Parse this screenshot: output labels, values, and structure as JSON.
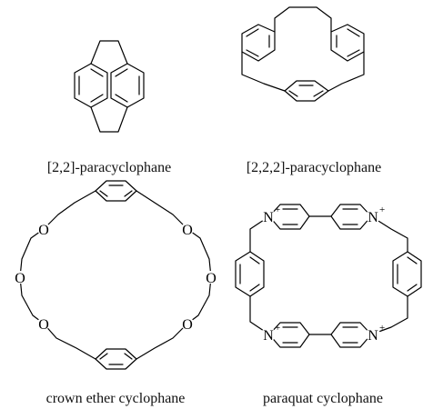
{
  "structures": [
    {
      "caption": "[2,2]-paracyclophane"
    },
    {
      "caption": "[2,2,2]-paracyclophane"
    },
    {
      "caption": "crown ether cyclophane",
      "heteroatom": "O"
    },
    {
      "caption": "paraquat cyclophane",
      "heteroatom": "N",
      "charge": "+"
    }
  ]
}
